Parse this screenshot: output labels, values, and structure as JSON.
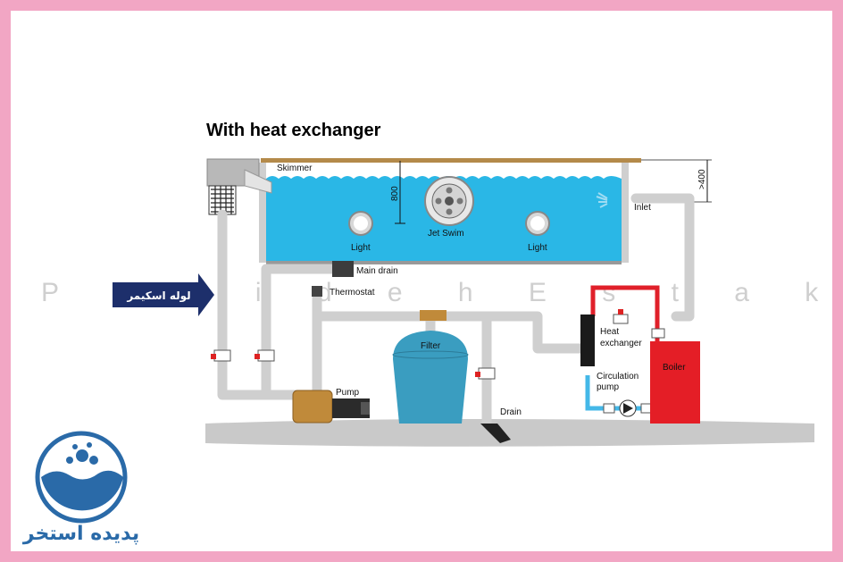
{
  "title": "With heat exchanger",
  "watermark": "P a d i d e h E s t a k h r . c o m",
  "arrow_label": "لوله اسکیمر",
  "logo_text": "پدیده استخر",
  "labels": {
    "skimmer": "Skimmer",
    "depth": "800",
    "height": ">400",
    "jet_swim": "Jet Swim",
    "light_left": "Light",
    "light_right": "Light",
    "inlet": "Inlet",
    "main_drain": "Main drain",
    "thermostat": "Thermostat",
    "filter": "Filter",
    "pump": "Pump",
    "drain": "Drain",
    "heat_exchanger_1": "Heat",
    "heat_exchanger_2": "exchanger",
    "circulation_1": "Circulation",
    "circulation_2": "pump",
    "boiler": "Boiler"
  },
  "colors": {
    "frame": "#f2a6c4",
    "water": "#2ab7e6",
    "pipe": "#d0d0d0",
    "hot_pipe": "#e0202a",
    "cold_pipe": "#44b8e8",
    "boiler": "#e41e26",
    "arrow": "#1d2f6b",
    "filter": "#3a9dc0",
    "pump": "#c08a3a",
    "logo": "#2a6aa8"
  }
}
